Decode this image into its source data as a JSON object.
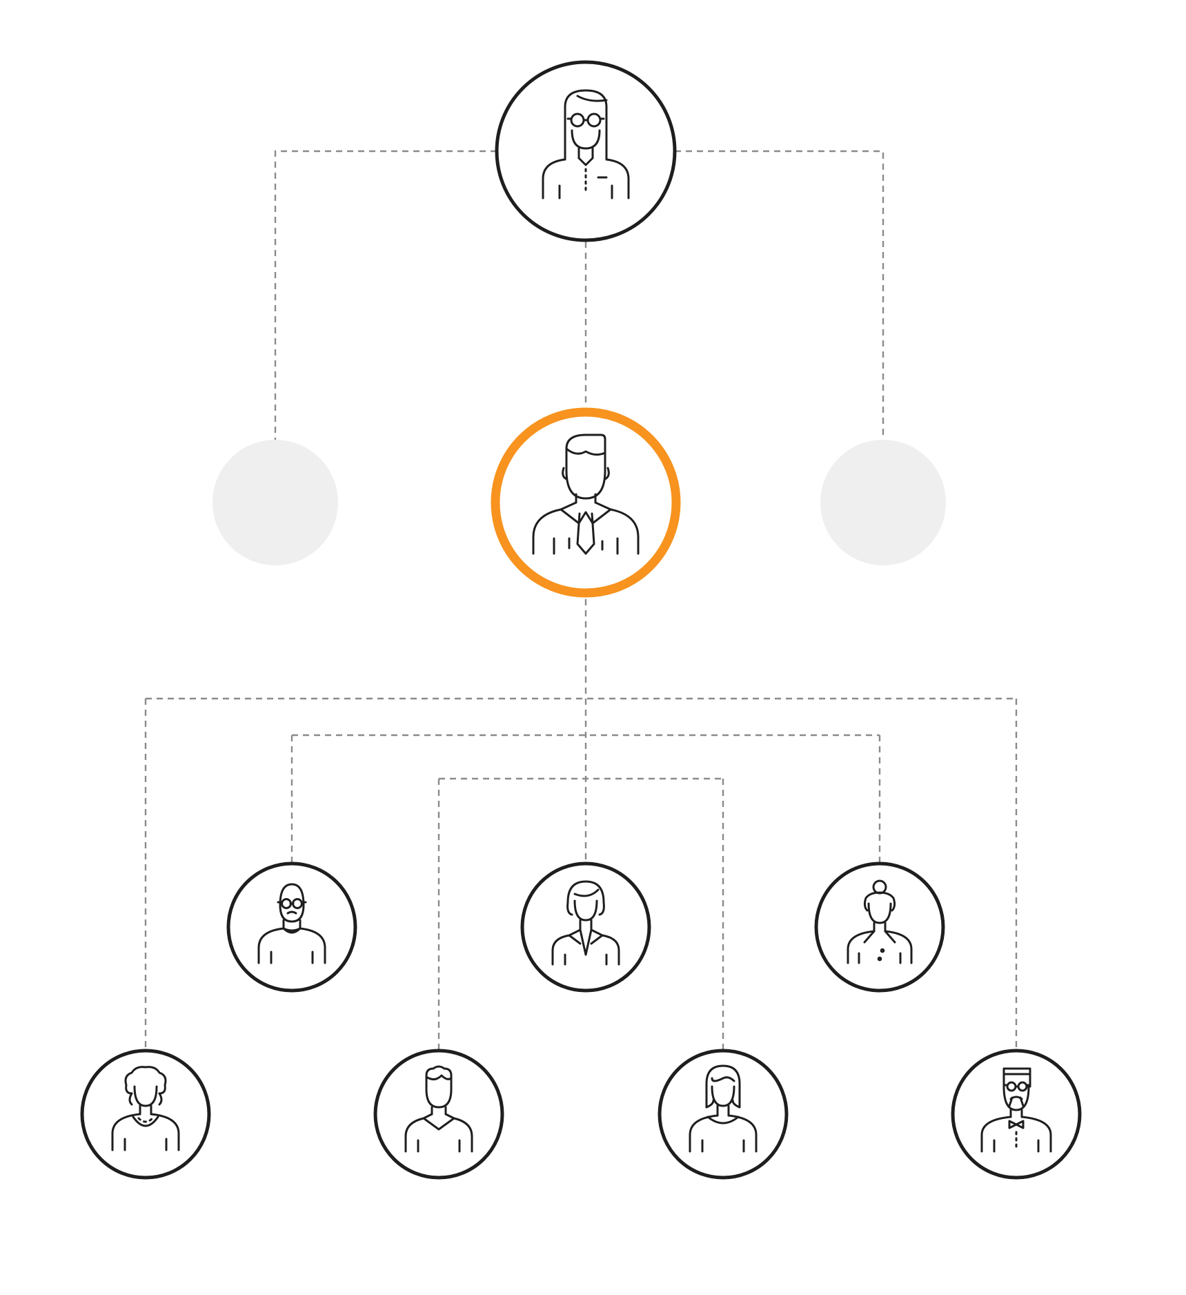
{
  "diagram": {
    "type": "org-chart",
    "colors": {
      "node_stroke": "#1e1e1e",
      "highlight_stroke": "#f7931e",
      "placeholder_fill": "#efefef",
      "connector": "#8a8a8a"
    },
    "nodes": [
      {
        "id": "top-manager",
        "icon": "woman-glasses-icon",
        "level": 1
      },
      {
        "id": "placeholder-left",
        "icon": "none",
        "level": 2
      },
      {
        "id": "selected-manager",
        "icon": "man-tie-icon",
        "level": 2,
        "highlighted": true
      },
      {
        "id": "placeholder-right",
        "icon": "none",
        "level": 2
      },
      {
        "id": "report-bald-glasses",
        "icon": "man-bald-glasses-icon",
        "level": 3
      },
      {
        "id": "report-woman-bob",
        "icon": "woman-bob-icon",
        "level": 3
      },
      {
        "id": "report-woman-bun",
        "icon": "woman-bun-icon",
        "level": 3
      },
      {
        "id": "report-woman-curly",
        "icon": "woman-curly-necklace-icon",
        "level": 4
      },
      {
        "id": "report-man-sweater",
        "icon": "man-sweater-icon",
        "level": 4
      },
      {
        "id": "report-woman-long",
        "icon": "woman-long-hair-icon",
        "level": 4
      },
      {
        "id": "report-man-bowtie",
        "icon": "man-bowtie-glasses-icon",
        "level": 4
      }
    ],
    "edges": [
      [
        "top-manager",
        "placeholder-left"
      ],
      [
        "top-manager",
        "selected-manager"
      ],
      [
        "top-manager",
        "placeholder-right"
      ],
      [
        "selected-manager",
        "report-bald-glasses"
      ],
      [
        "selected-manager",
        "report-woman-bob"
      ],
      [
        "selected-manager",
        "report-woman-bun"
      ],
      [
        "selected-manager",
        "report-woman-curly"
      ],
      [
        "selected-manager",
        "report-man-sweater"
      ],
      [
        "selected-manager",
        "report-woman-long"
      ],
      [
        "selected-manager",
        "report-man-bowtie"
      ]
    ]
  }
}
